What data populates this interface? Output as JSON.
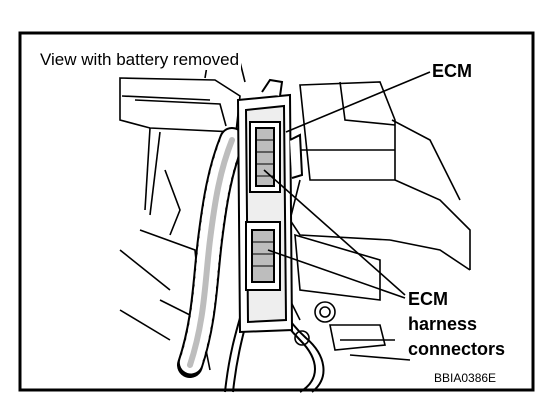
{
  "figure": {
    "view_caption": "View with battery removed",
    "callouts": {
      "ecm": "ECM",
      "harness_line1": "ECM",
      "harness_line2": "harness",
      "harness_line3": "connectors"
    },
    "figure_code": "BBIA0386E"
  },
  "colors": {
    "ink": "#000000",
    "paper": "#ffffff",
    "shade": "#bdbdbd"
  }
}
